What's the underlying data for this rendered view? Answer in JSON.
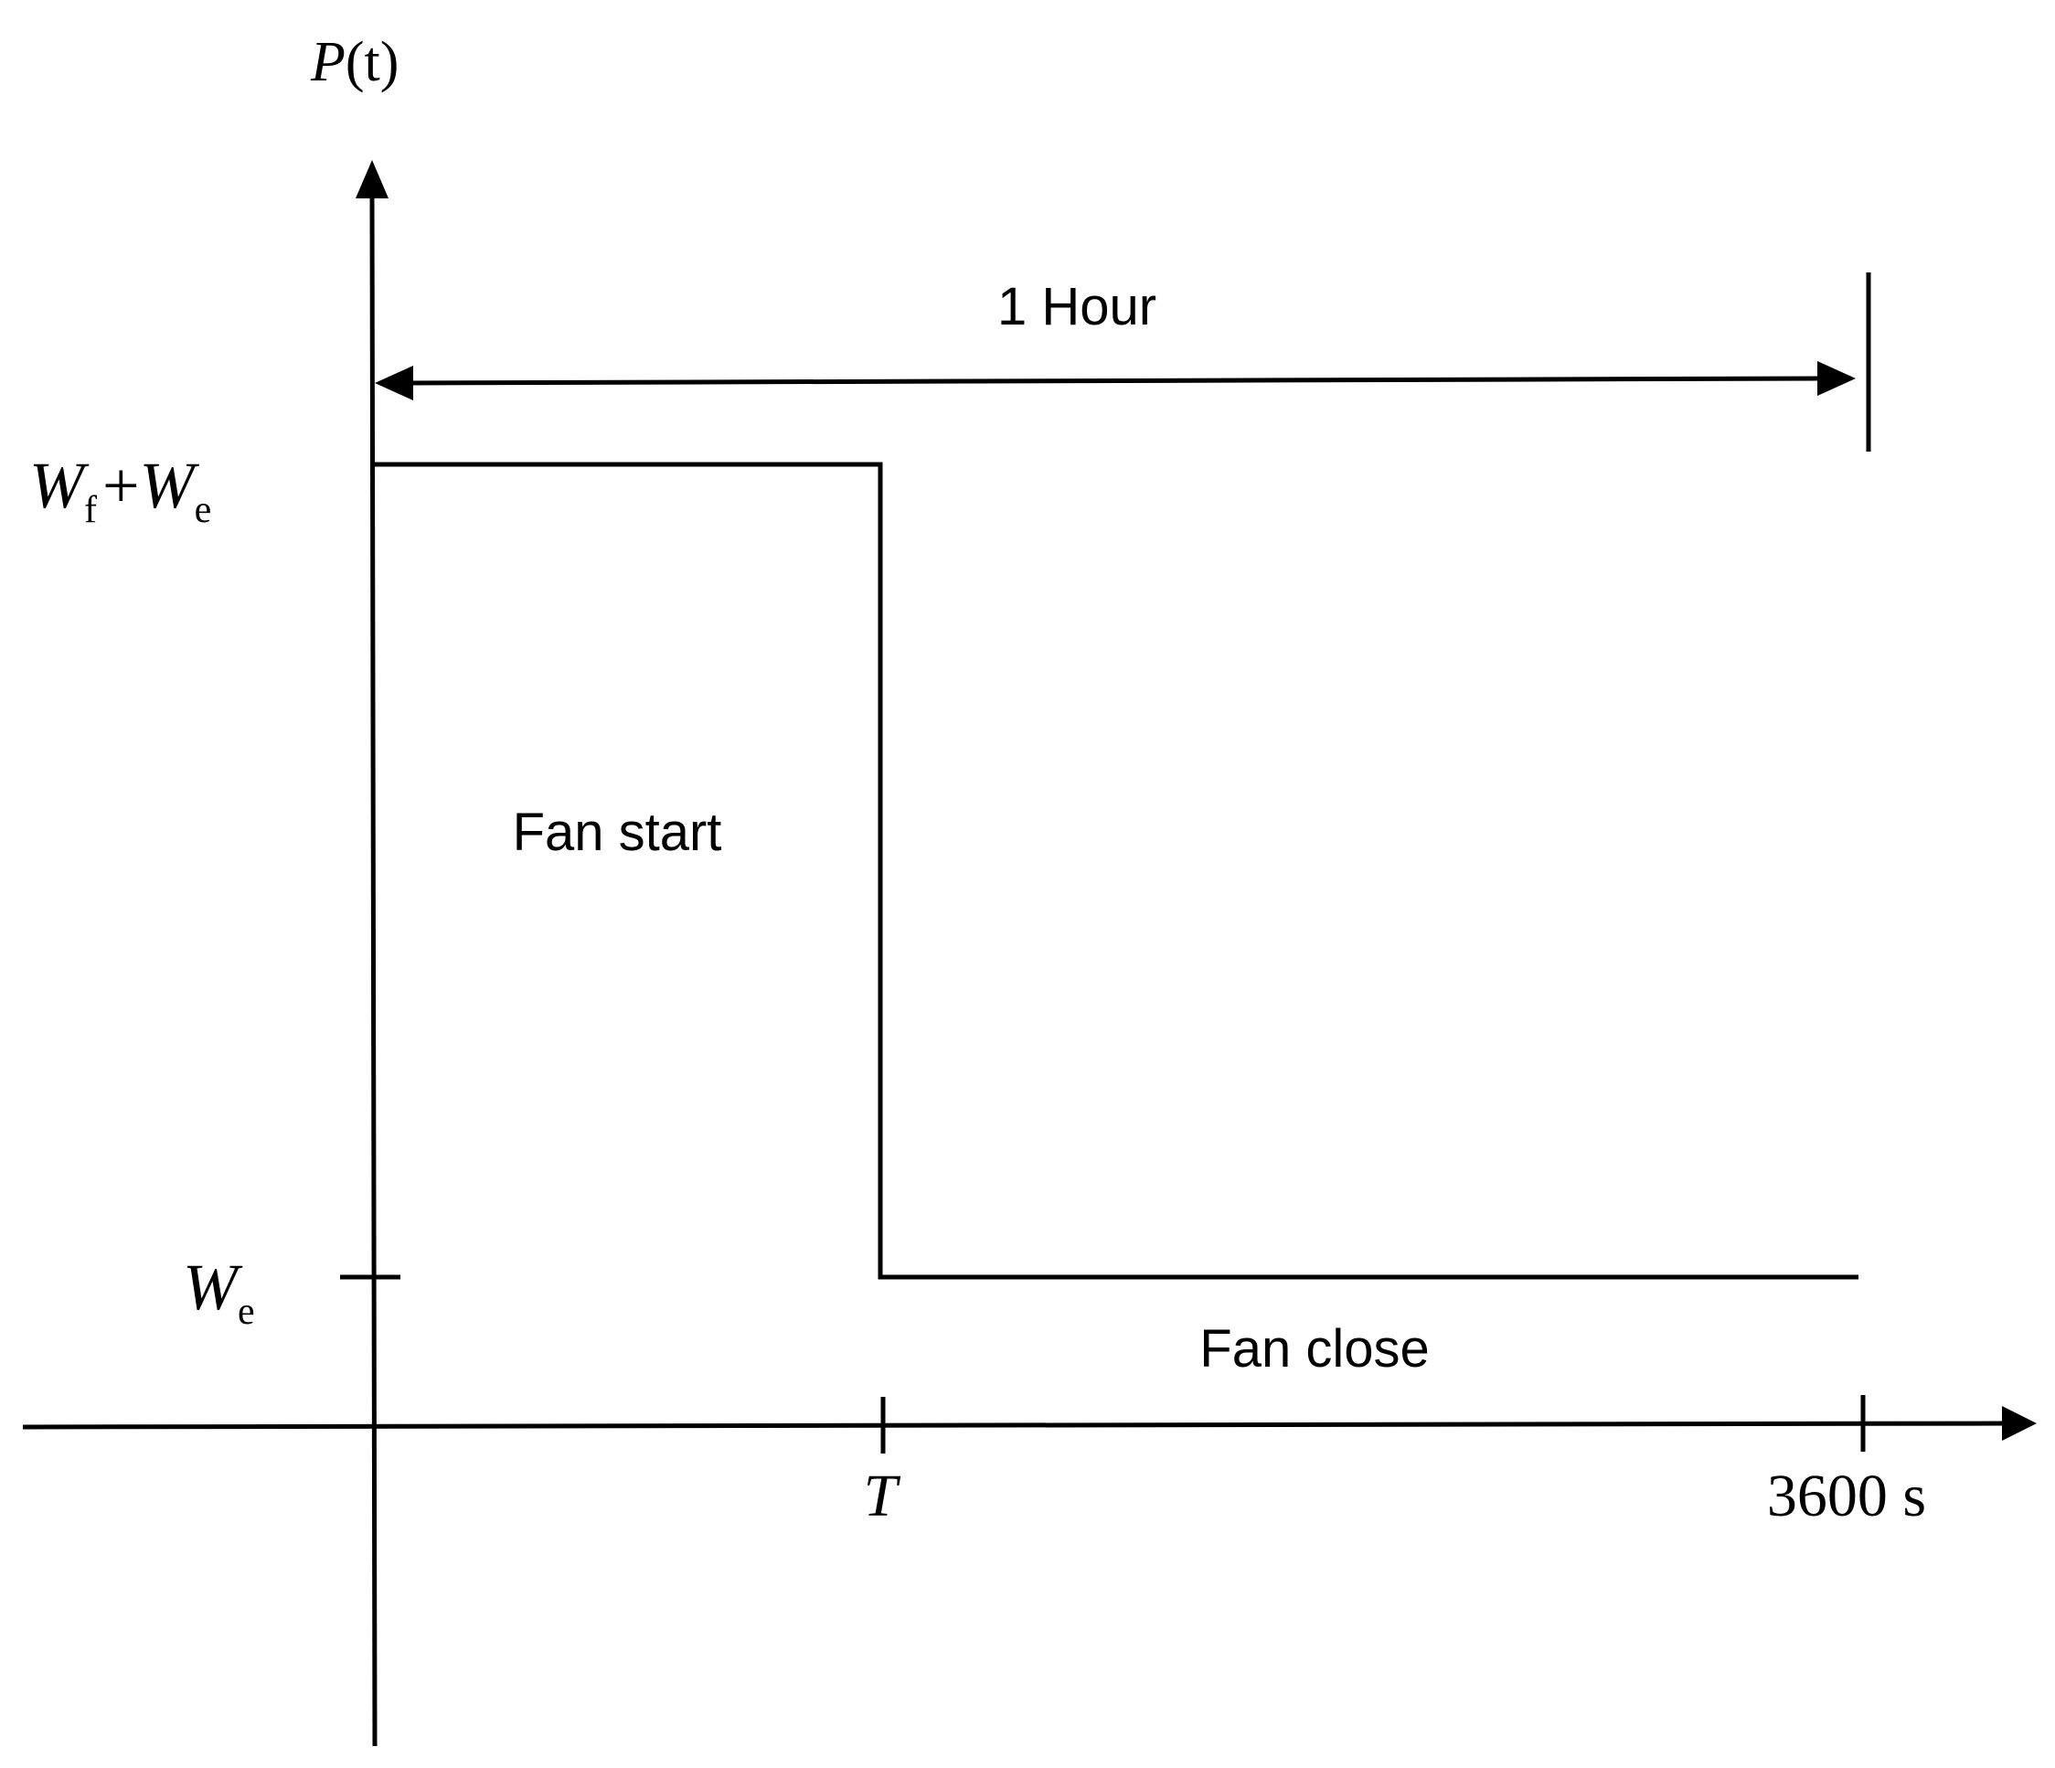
{
  "y_axis": {
    "label_var": "P",
    "label_arg": "(t)"
  },
  "x_axis": {
    "tick_T": "T",
    "tick_end": "3600 s"
  },
  "levels": {
    "high": {
      "var1": "W",
      "sub1": "f",
      "op": "+",
      "var2": "W",
      "sub2": "e"
    },
    "low": {
      "var": "W",
      "sub": "e"
    }
  },
  "span_label": "1 Hour",
  "region_labels": {
    "on": "Fan start",
    "off": "Fan close"
  }
}
